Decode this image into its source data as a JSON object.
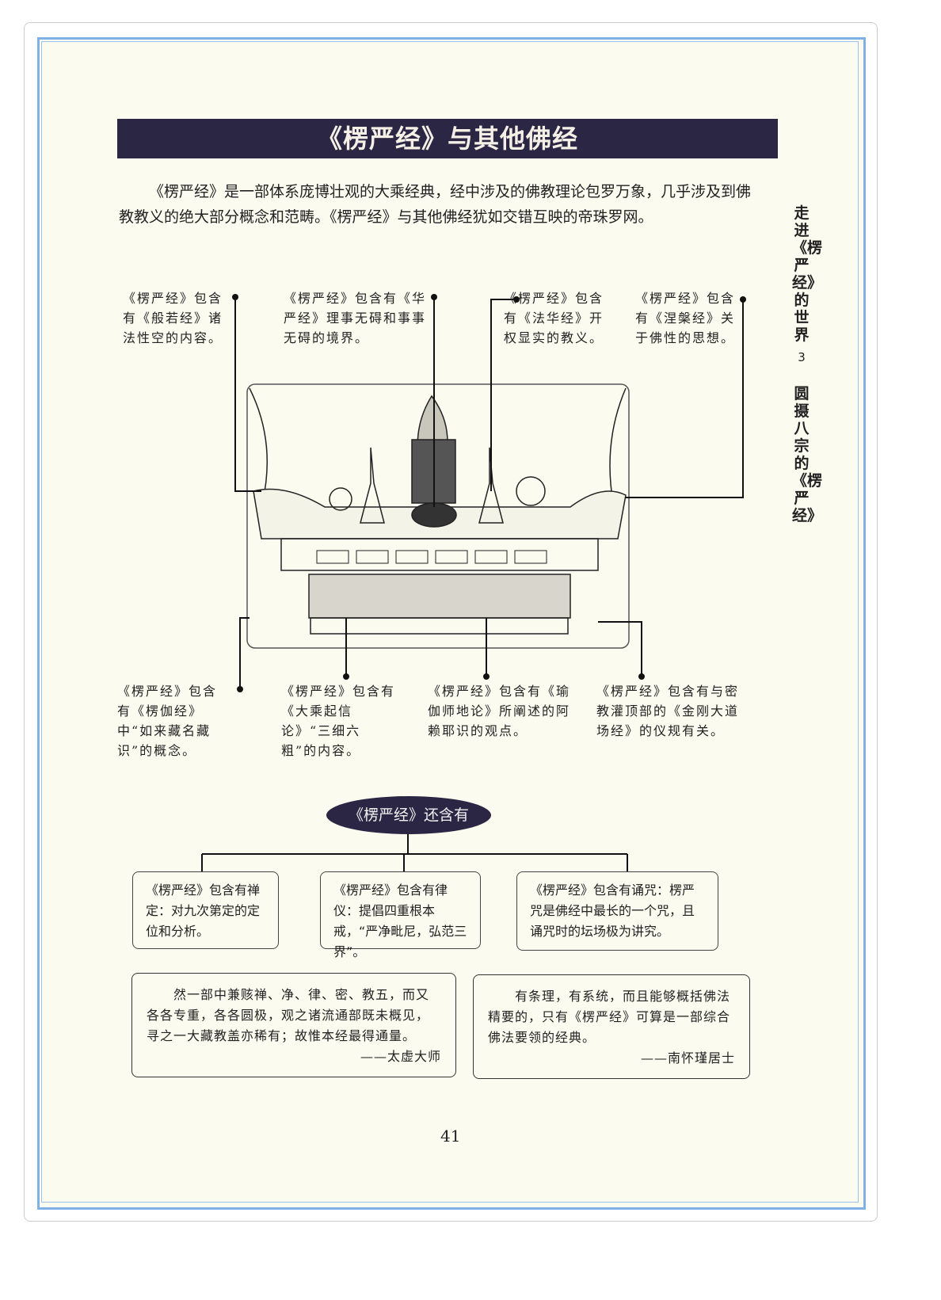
{
  "title": "《楞严经》与其他佛经",
  "intro": "《楞严经》是一部体系庞博壮观的大乘经典，经中涉及的佛教理论包罗万象，几乎涉及到佛教教义的绝大部分概念和范畴。《楞严经》与其他佛经犹如交错互映的帝珠罗网。",
  "side": {
    "chapter": "走进《楞严经》的世界",
    "number": "3",
    "section": "圆摄八宗的《楞严经》"
  },
  "callouts_top": [
    "《楞严经》包含有《般若经》诸法性空的内容。",
    "《楞严经》包含有《华严经》理事无碍和事事无碍的境界。",
    "《楞严经》包含有《法华经》开权显实的教义。",
    "《楞严经》包含有《涅槃经》关于佛性的思想。"
  ],
  "callouts_bottom": [
    "《楞严经》包含有《楞伽经》中“如来藏名藏识”的概念。",
    "《楞严经》包含有《大乘起信论》“三细六粗”的内容。",
    "《楞严经》包含有《瑜伽师地论》所阐述的阿赖耶识的观点。",
    "《楞严经》包含有与密教灌顶部的《金刚大道场经》的仪规有关。"
  ],
  "oval": "《楞严经》还含有",
  "boxes": [
    "《楞严经》包含有禅定：对九次第定的定位和分析。",
    "《楞严经》包含有律仪：提倡四重根本戒，“严净毗尼，弘范三界”。",
    "《楞严经》包含有诵咒：楞严咒是佛经中最长的一个咒，且诵咒时的坛场极为讲究。"
  ],
  "quotes": [
    {
      "text": "然一部中兼赅禅、净、律、密、教五，而又各各专重，各各圆极，观之诸流通部既未概见，寻之一大藏教盖亦稀有；故惟本经最得通量。",
      "author": "——太虚大师"
    },
    {
      "text": "有条理，有系统，而且能够概括佛法精要的，只有《楞严经》可算是一部综合佛法要领的经典。",
      "author": "——南怀瑾居士"
    }
  ],
  "page_number": "41"
}
